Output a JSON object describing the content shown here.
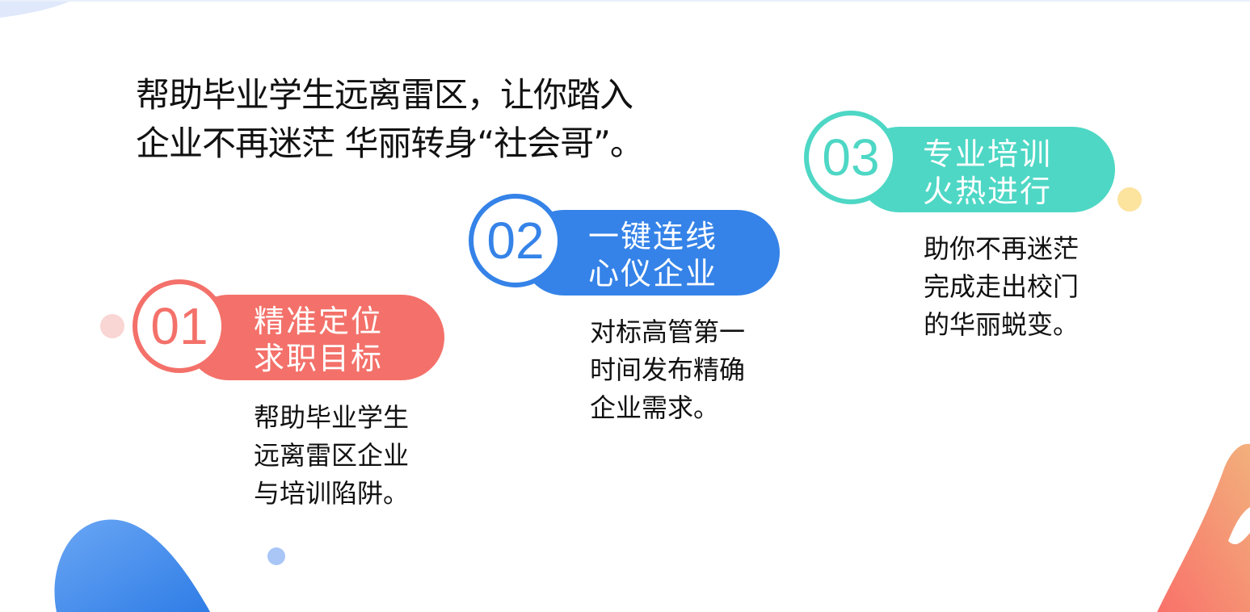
{
  "headline": {
    "line1": "帮助毕业学生远离雷区，让你踏入",
    "line2": "企业不再迷茫 华丽转身“社会哥”。"
  },
  "colors": {
    "coral": "#F3716A",
    "blue": "#3583E8",
    "teal": "#4ED7C5",
    "yellow": "#FCE39E",
    "pink": "#F9D6D3",
    "light_blue": "#A9C6F7"
  },
  "steps": [
    {
      "number": "01",
      "title_line1": "精准定位",
      "title_line2": "求职目标",
      "desc_line1": "帮助毕业学生",
      "desc_line2": "远离雷区企业",
      "desc_line3": "与培训陷阱。"
    },
    {
      "number": "02",
      "title_line1": "一键连线",
      "title_line2": "心仪企业",
      "desc_line1": "对标高管第一",
      "desc_line2": "时间发布精确",
      "desc_line3": "企业需求。"
    },
    {
      "number": "03",
      "title_line1": "专业培训",
      "title_line2": "火热进行",
      "desc_line1": "助你不再迷茫",
      "desc_line2": "完成走出校门",
      "desc_line3": "的华丽蜕变。"
    }
  ]
}
